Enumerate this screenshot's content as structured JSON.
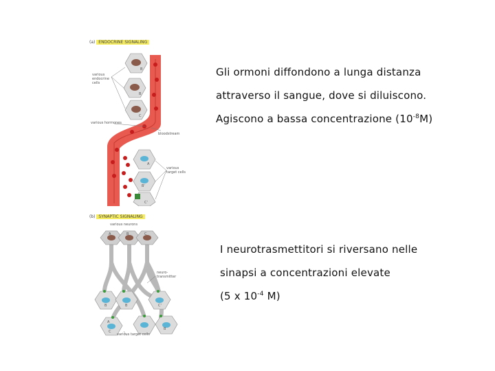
{
  "endocrine": {
    "label_prefix": "(a)",
    "label_title": "ENDOCRINE SIGNALING",
    "cells_left": "various endocrine cells",
    "hormones": "various hormones",
    "bloodstream": "bloodstream",
    "targets": "various target cells",
    "cell_letters": [
      "B",
      "B",
      "C"
    ],
    "target_letters": [
      "A",
      "B'",
      "C'"
    ]
  },
  "synaptic": {
    "label_prefix": "(b)",
    "label_title": "SYNAPTIC SIGNALING",
    "neurons": "various neurons",
    "transmitter": "neuro-transmitter",
    "targets": "various target cells",
    "neuron_letters": [
      "A",
      "B",
      "C"
    ],
    "target_letters": [
      "B",
      "B",
      "C'",
      "A",
      "C",
      "B"
    ]
  },
  "text_top": {
    "line1": "Gli ormoni diffondono a lunga distanza",
    "line2": "attraverso il sangue, dove si diluiscono.",
    "line3_pre": "Agiscono a bassa concentrazione (10",
    "line3_sup": "-8",
    "line3_post": "M)"
  },
  "text_bottom": {
    "line1": "I neurotrasmettitori si riversano nelle",
    "line2": "sinapsi a concentrazioni elevate",
    "line3_pre": "(5 x 10",
    "line3_sup": "-4",
    "line3_post": " M)"
  }
}
